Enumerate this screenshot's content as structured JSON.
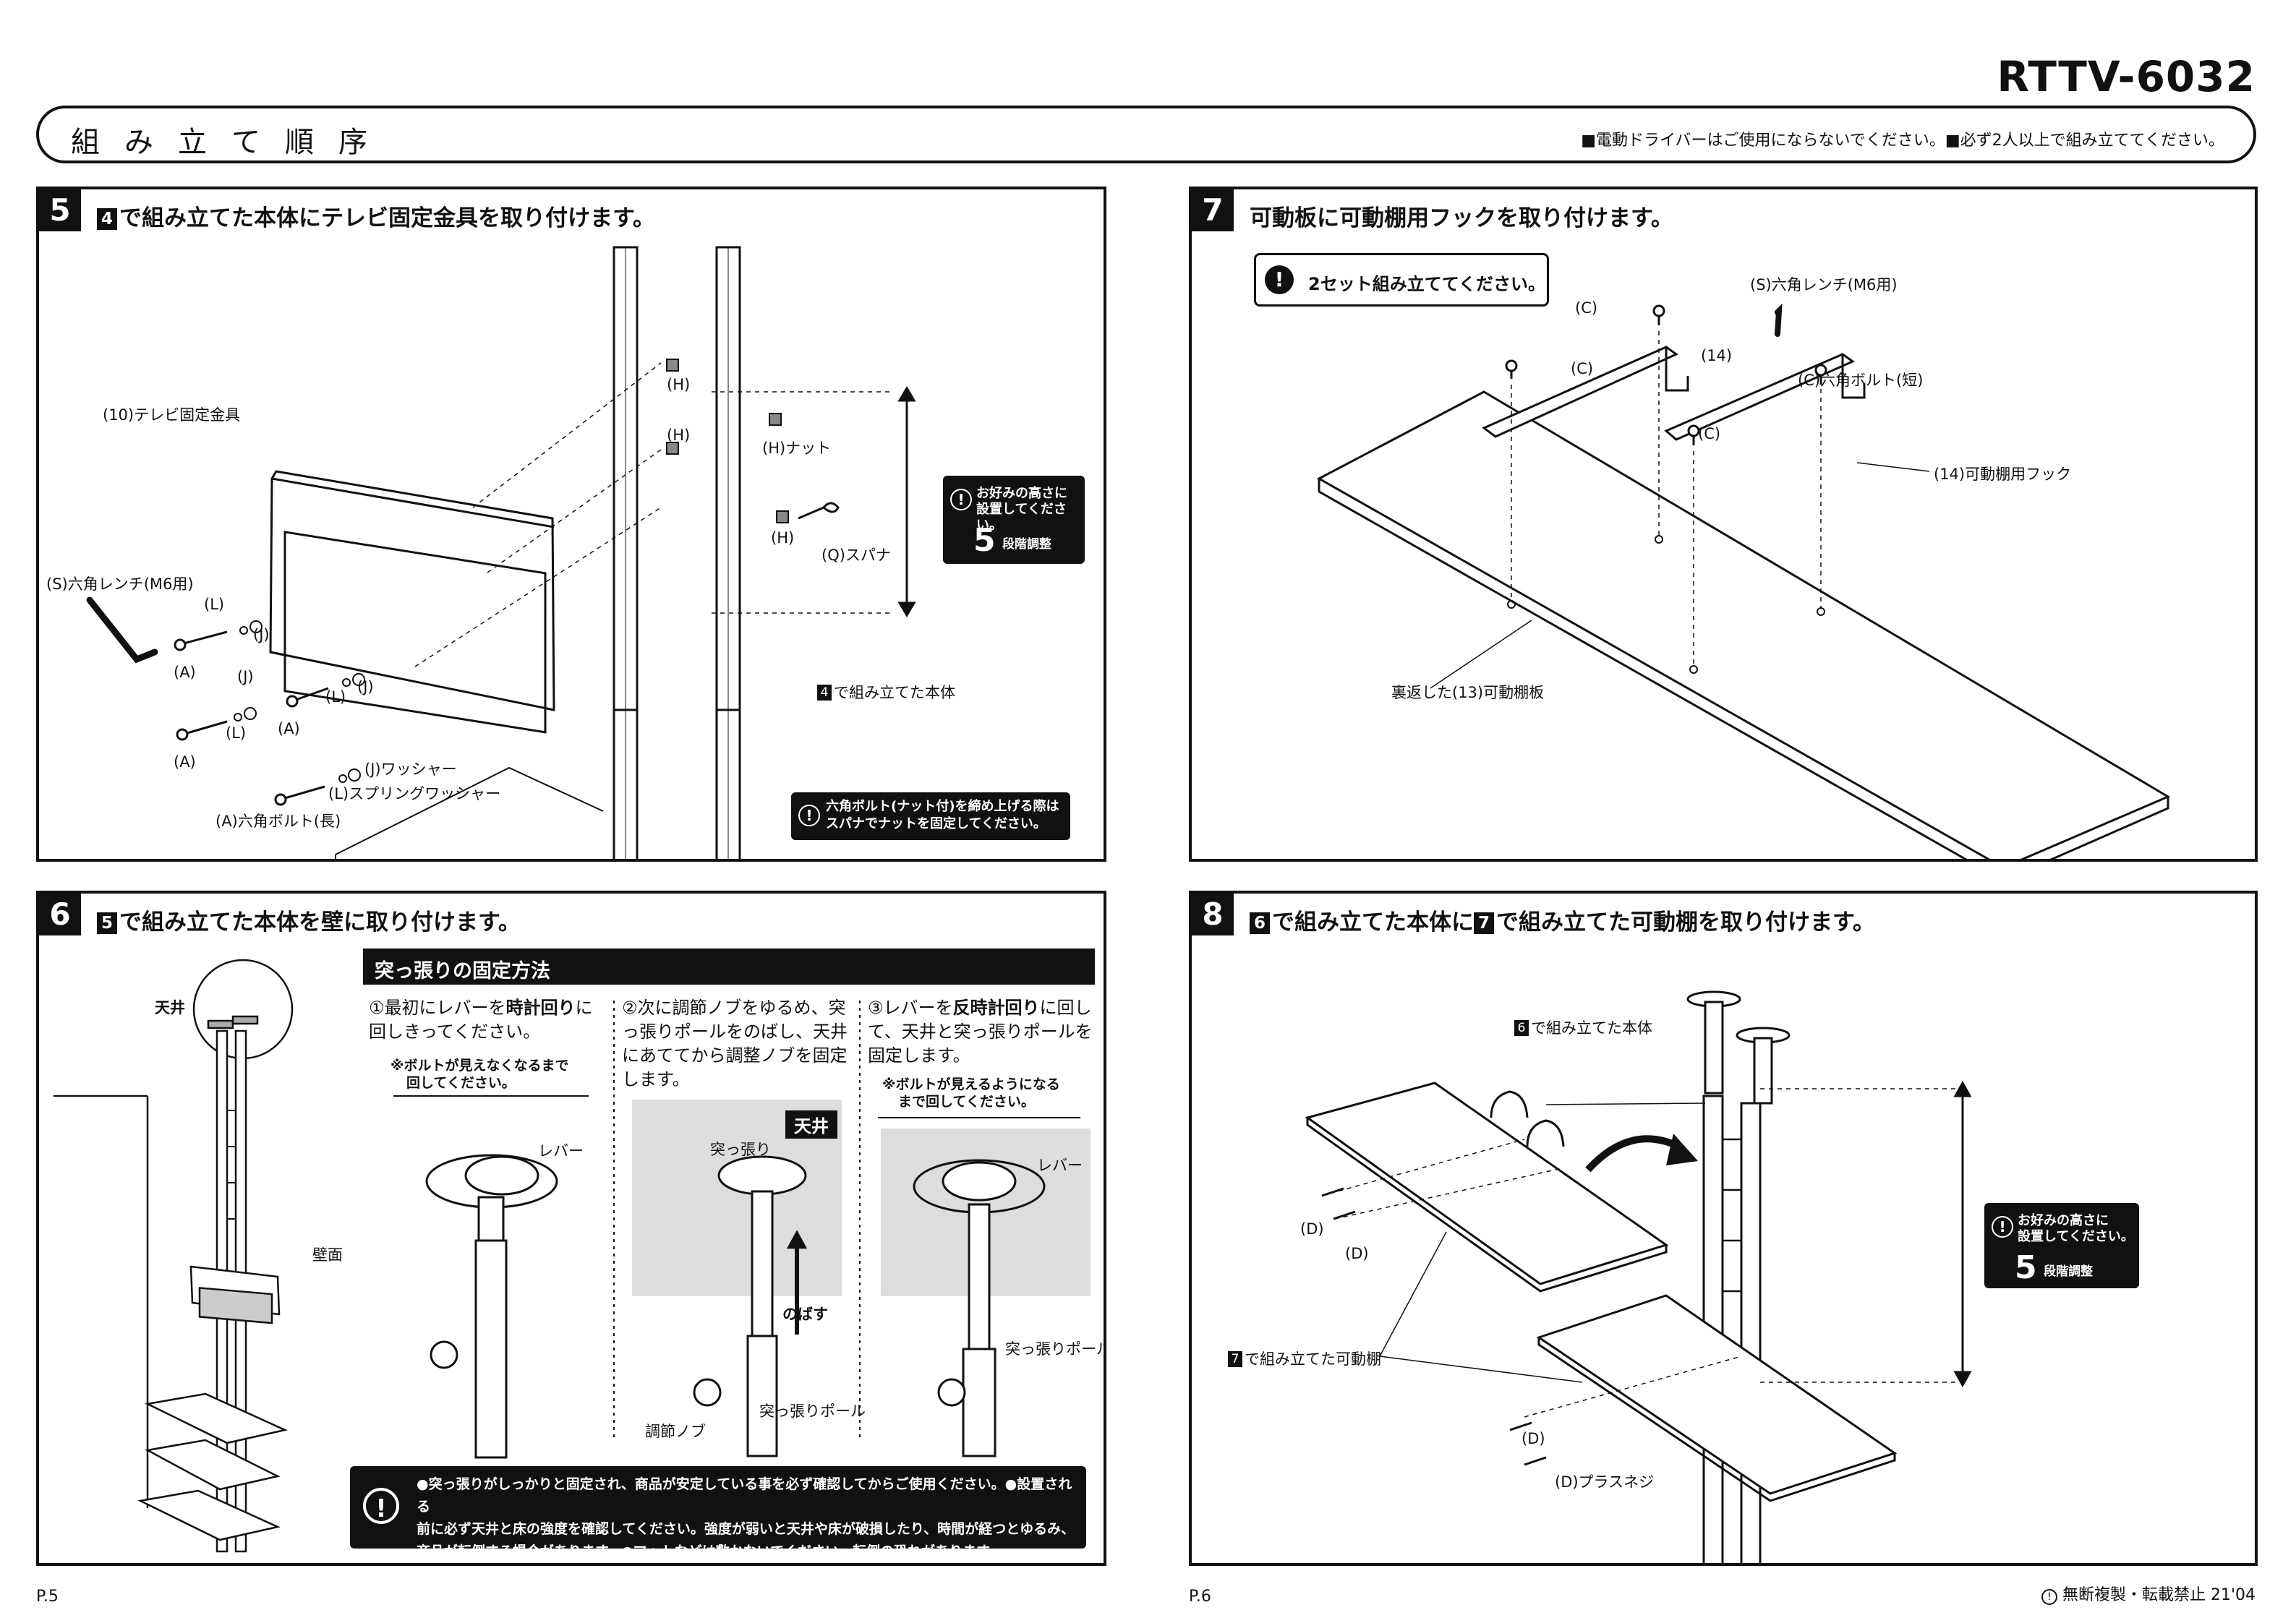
{
  "model": "RTTV-6032",
  "header": {
    "title": "組み立て順序",
    "notice": "■電動ドライバーはご使用にならないでください。■必ず2人以上で組み立ててください。"
  },
  "step5": {
    "number": "5",
    "ref": "4",
    "title": "で組み立てた本体にテレビ固定金具を取り付けます。",
    "labels": {
      "bracket": "(10)テレビ固定金具",
      "wrench": "(S)六角レンチ(M6用)",
      "h1": "(H)",
      "h2": "(H)",
      "h3": "(H)",
      "nut": "(H)ナット",
      "spanner": "(Q)スパナ",
      "l1": "(L)",
      "j1": "(J)",
      "a1": "(A)",
      "j2": "(J)",
      "l2": "(L)",
      "j3": "(J)",
      "a2": "(A)",
      "l3": "(L)",
      "a3": "(A)",
      "washer": "(J)ワッシャー",
      "spring_washer": "(L)スプリングワッシャー",
      "bolt_long": "(A)六角ボルト(長)",
      "body_ref": "4",
      "body": "で組み立てた本体"
    },
    "height_box": {
      "text1": "お好みの高さに",
      "text2": "設置してください。",
      "num": "5",
      "suffix": "段階調整"
    },
    "warning": {
      "line1": "六角ボルト(ナット付)を締め上げる際は",
      "line2": "スパナでナットを固定してください。"
    }
  },
  "step6": {
    "number": "6",
    "ref": "5",
    "title": "で組み立てた本体を壁に取り付けます。",
    "ceiling": "天井",
    "wall": "壁面",
    "method_title": "突っ張りの固定方法",
    "col1": {
      "pre": "①最初にレバーを",
      "bold": "時計回り",
      "post": "に回しきってください。",
      "note1": "※ボルトが見えなくなるまで",
      "note2": "回してください。",
      "lever": "レバー"
    },
    "col2": {
      "text": "②次に調節ノブをゆるめ、突っ張りポールをのばし、天井にあててから調整ノブを固定します。",
      "ceiling_tag": "天井",
      "tsuppari": "突っ張り",
      "extend": "のばす",
      "knob": "調節ノブ",
      "pole": "突っ張りポール"
    },
    "col3": {
      "pre": "③レバーを",
      "bold": "反時計回り",
      "post": "に回して、天井と突っ張りポールを固定します。",
      "note1": "※ボルトが見えるようになる",
      "note2": "まで回してください。",
      "lever": "レバー",
      "pole": "突っ張りポール"
    },
    "warning": {
      "line1": "●突っ張りがしっかりと固定され、商品が安定している事を必ず確認してからご使用ください。●設置される",
      "line2": "前に必ず天井と床の強度を確認してください。強度が弱いと天井や床が破損したり、時間が経つとゆるみ、",
      "line3": "商品が転倒する場合があります。●マットなどは敷かないでください。転倒の恐れがあります。"
    }
  },
  "step7": {
    "number": "7",
    "title": "可動板に可動棚用フックを取り付けます。",
    "note": "2セット組み立ててください。",
    "labels": {
      "wrench": "(S)六角レンチ(M6用)",
      "c1": "(C)",
      "c2": "(C)",
      "c3": "(C)",
      "c_short": "(C)六角ボルト(短)",
      "n14": "(14)",
      "hook": "(14)可動棚用フック",
      "board": "裏返した(13)可動棚板"
    }
  },
  "step8": {
    "number": "8",
    "ref1": "6",
    "mid": "で組み立てた本体に",
    "ref2": "7",
    "title": "で組み立てた可動棚を取り付けます。",
    "labels": {
      "body_ref": "6",
      "body": "で組み立てた本体",
      "shelf_ref": "7",
      "shelf": "で組み立てた可動棚",
      "d1": "(D)",
      "d2": "(D)",
      "d3": "(D)",
      "screw": "(D)プラスネジ"
    },
    "height_box": {
      "text1": "お好みの高さに",
      "text2": "設置してください。",
      "num": "5",
      "suffix": "段階調整"
    }
  },
  "footer": {
    "left_page": "P.5",
    "right_page": "P.6",
    "copyright": "無断複製・転載禁止 21'04"
  }
}
